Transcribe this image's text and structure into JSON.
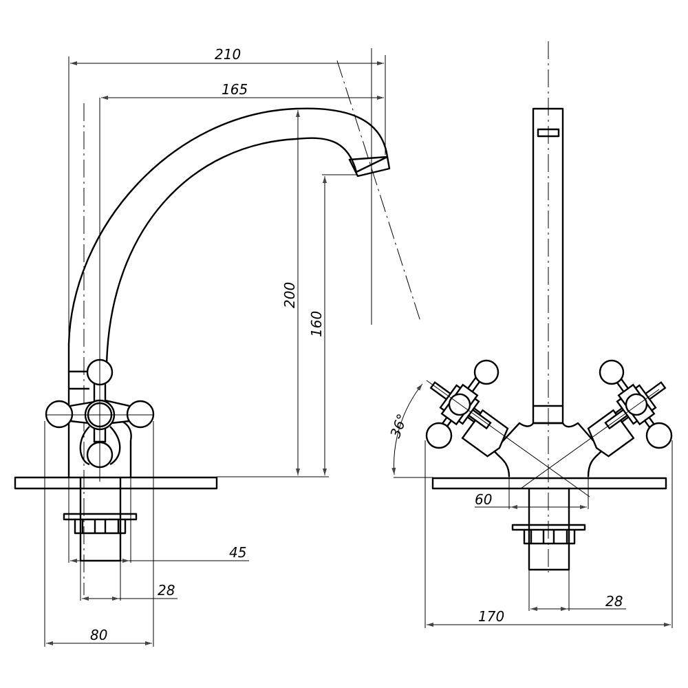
{
  "title": "Faucet technical drawing",
  "views": [
    "side-view",
    "front-view"
  ],
  "dimensions": {
    "spout_reach_total": "210",
    "spout_reach_axis": "165",
    "height_total": "200",
    "spout_outlet_height": "160",
    "body_width": "45",
    "stem_diameter_side": "28",
    "handle_span_side": "80",
    "handle_angle": "36°",
    "body_base_width": "60",
    "stem_diameter_front": "28",
    "handle_span_front": "170"
  },
  "colors": {
    "line": "#000000",
    "arrow": "#444444",
    "background": "#ffffff"
  }
}
